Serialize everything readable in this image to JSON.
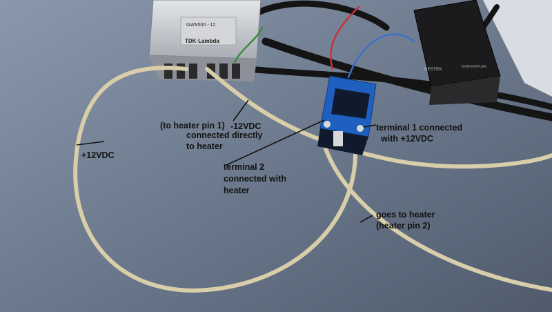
{
  "annotations": {
    "plus_12vdc_left": "+12VDC",
    "to_heater_pin1": "(to heater pin 1)",
    "minus_12vdc": "-12VDC",
    "connected_directly_line1": "connected directly",
    "connected_directly_line2": "to heater",
    "terminal1_line1": "terminal 1 connected",
    "terminal1_line2": "with +12VDC",
    "terminal2_line1": "terminal 2",
    "terminal2_line2": "connected with",
    "terminal2_line3": "heater",
    "goes_to_heater_line1": "goes to heater",
    "goes_to_heater_line2": "(heater pin 2)"
  },
  "psu": {
    "model": "GWS500 - 12",
    "brand": "TDK·Lambda"
  },
  "controller": {
    "brand": "BESTEK",
    "caption": "TEMPERATURE"
  },
  "colors": {
    "cable_beige": "#d8ceaa",
    "relay_blue": "#1f5fbf",
    "psu_silver": "#c9ccd2",
    "wire_black": "#141414",
    "wire_red": "#c4323a",
    "wire_blue": "#3a70c8"
  }
}
